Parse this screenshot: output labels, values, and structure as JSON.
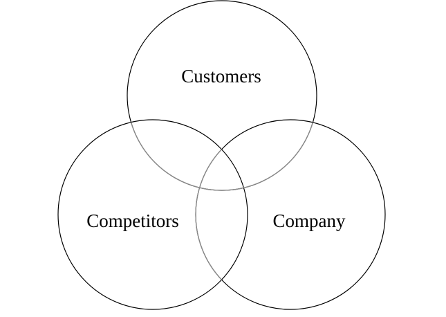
{
  "diagram": {
    "type": "venn",
    "sets": [
      {
        "id": "customers",
        "label": "Customers"
      },
      {
        "id": "competitors",
        "label": "Competitors"
      },
      {
        "id": "company",
        "label": "Company"
      }
    ],
    "stroke_color": "#000000",
    "overlap_stroke_color": "#808080"
  }
}
